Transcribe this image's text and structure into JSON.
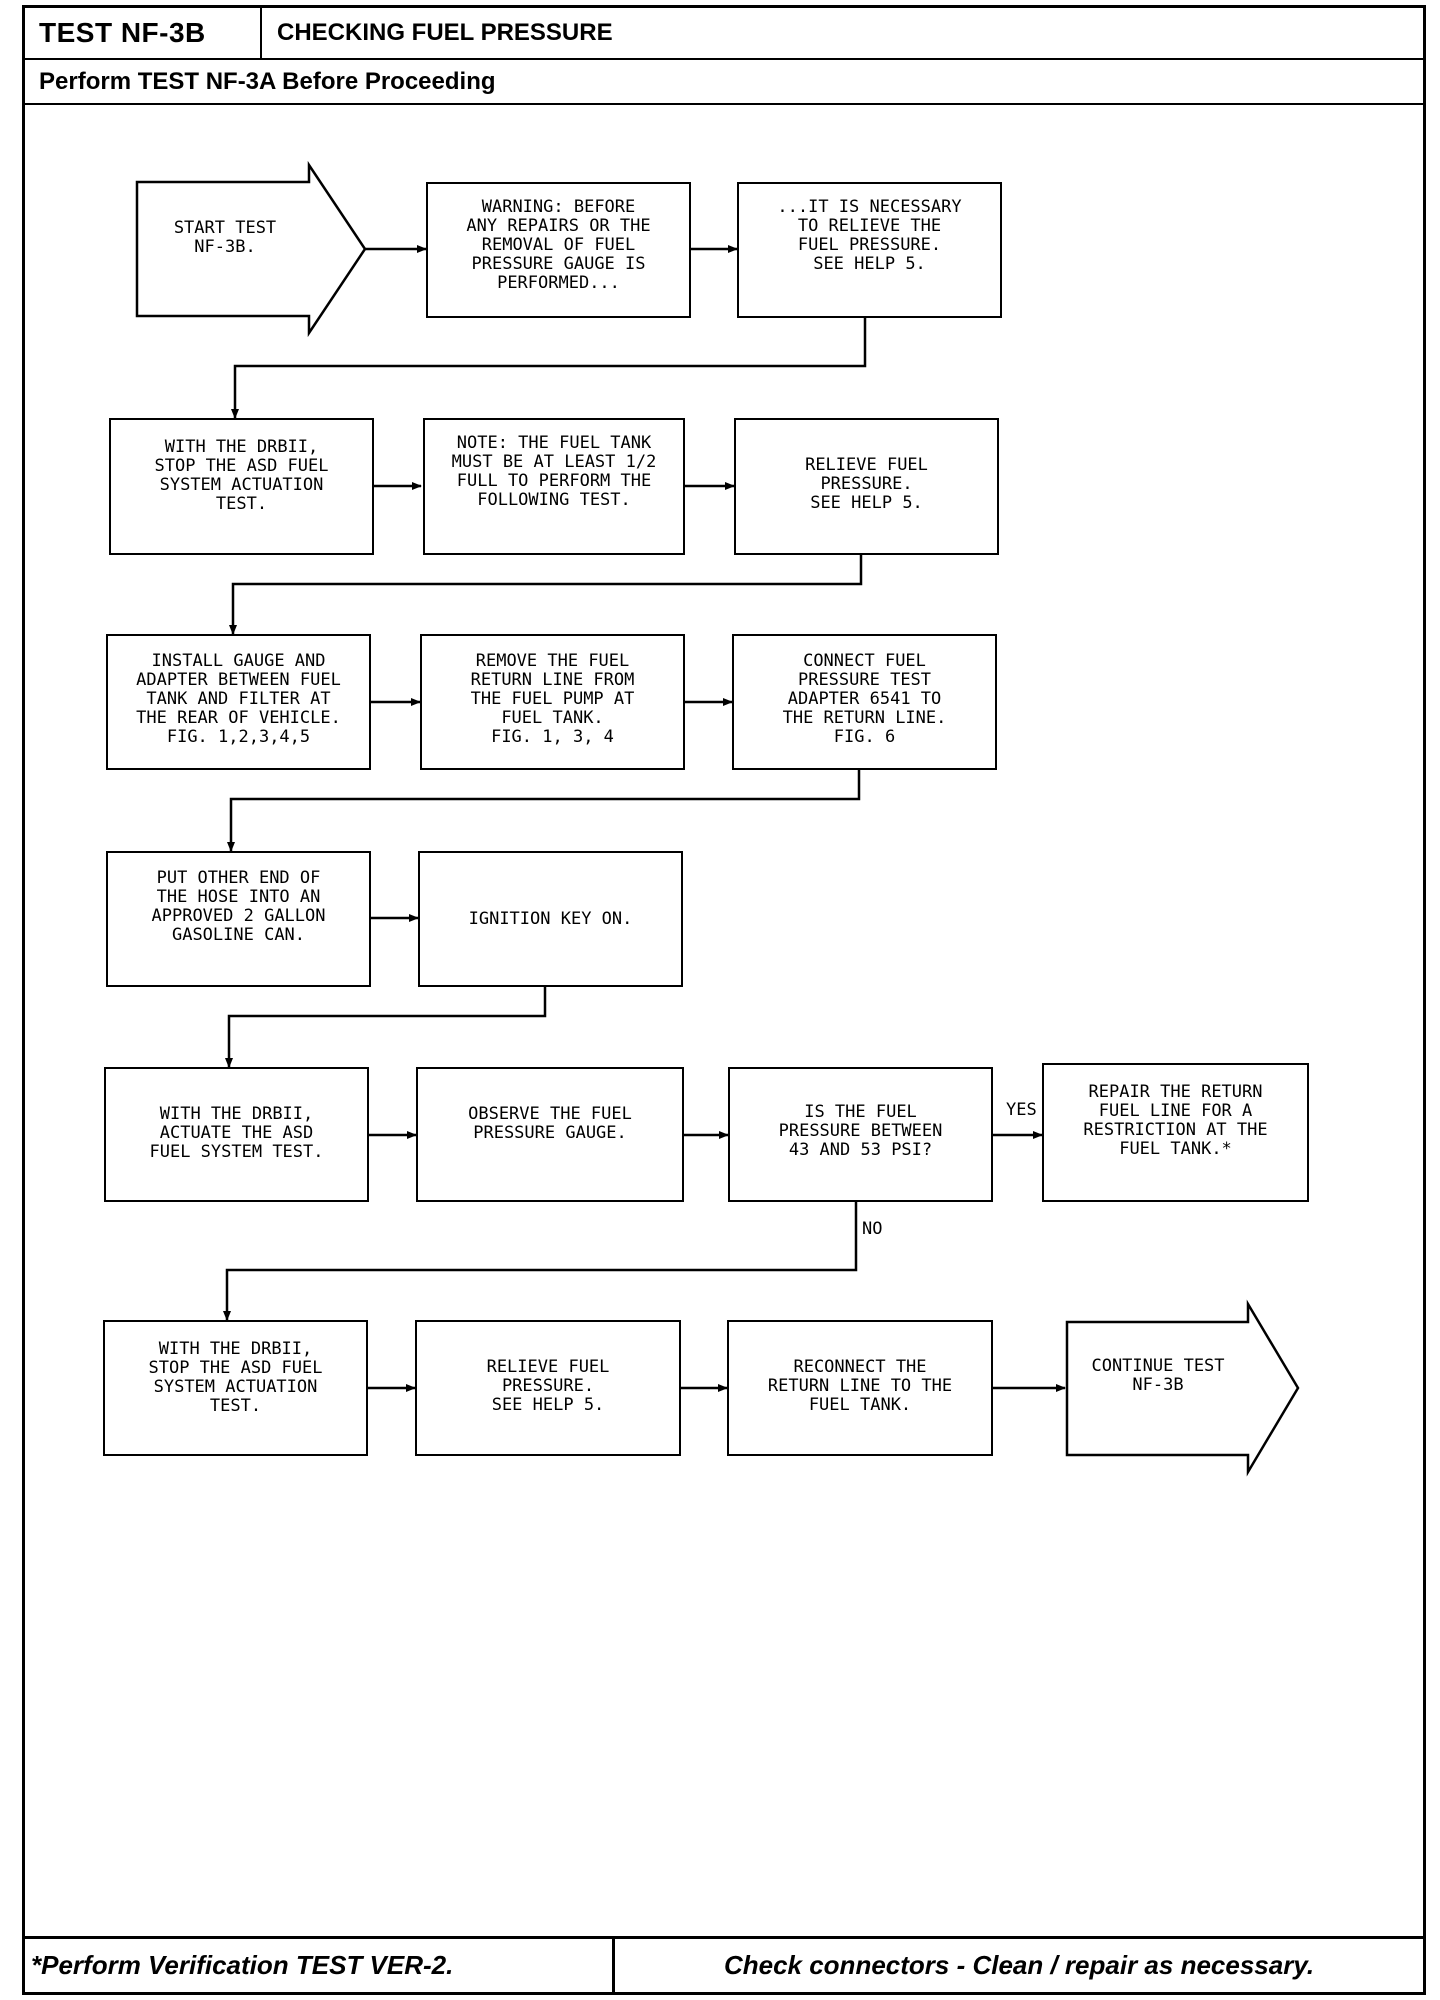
{
  "header": {
    "test_id": "TEST NF-3B",
    "title": "CHECKING FUEL PRESSURE",
    "prerequisite": "Perform TEST NF-3A  Before Proceeding"
  },
  "flow": {
    "start": "START TEST\nNF-3B.",
    "r1b": "WARNING:  BEFORE\nANY REPAIRS OR THE\nREMOVAL OF FUEL\nPRESSURE GAUGE IS\nPERFORMED...",
    "r1c": "...IT IS NECESSARY\nTO RELIEVE THE\nFUEL PRESSURE.\nSEE HELP 5.",
    "r2a": "WITH THE DRBII,\nSTOP THE ASD FUEL\nSYSTEM ACTUATION\nTEST.",
    "r2b": "NOTE:  THE FUEL TANK\nMUST BE AT LEAST 1/2\nFULL TO PERFORM THE\nFOLLOWING TEST.",
    "r2c": "RELIEVE FUEL\nPRESSURE.\nSEE HELP 5.",
    "r3a": "INSTALL GAUGE AND\nADAPTER BETWEEN FUEL\nTANK AND FILTER AT\nTHE REAR OF VEHICLE.\nFIG. 1,2,3,4,5",
    "r3b": "REMOVE THE FUEL\nRETURN LINE FROM\nTHE FUEL PUMP AT\nFUEL TANK.\nFIG. 1, 3, 4",
    "r3c": "CONNECT FUEL\nPRESSURE TEST\nADAPTER 6541 TO\nTHE RETURN LINE.\nFIG. 6",
    "r4a": "PUT OTHER END OF\nTHE HOSE INTO AN\nAPPROVED 2 GALLON\nGASOLINE CAN.",
    "r4b": "IGNITION KEY ON.",
    "r5a": "WITH THE DRBII,\nACTUATE THE ASD\nFUEL SYSTEM TEST.",
    "r5b": "OBSERVE THE FUEL\nPRESSURE GAUGE.",
    "r5c": "IS THE FUEL\nPRESSURE BETWEEN\n43 AND 53 PSI?",
    "r5d": "REPAIR THE RETURN\nFUEL LINE FOR A\nRESTRICTION AT THE\nFUEL TANK.*",
    "yes": "YES",
    "no": "NO",
    "r6a": "WITH THE DRBII,\nSTOP THE ASD FUEL\nSYSTEM ACTUATION\nTEST.",
    "r6b": "RELIEVE FUEL\nPRESSURE.\nSEE HELP 5.",
    "r6c": "RECONNECT THE\nRETURN LINE TO THE\nFUEL TANK.",
    "end": "CONTINUE TEST\nNF-3B"
  },
  "footer": {
    "left": "*Perform Verification TEST VER-2.",
    "right": "Check connectors - Clean / repair as necessary."
  }
}
